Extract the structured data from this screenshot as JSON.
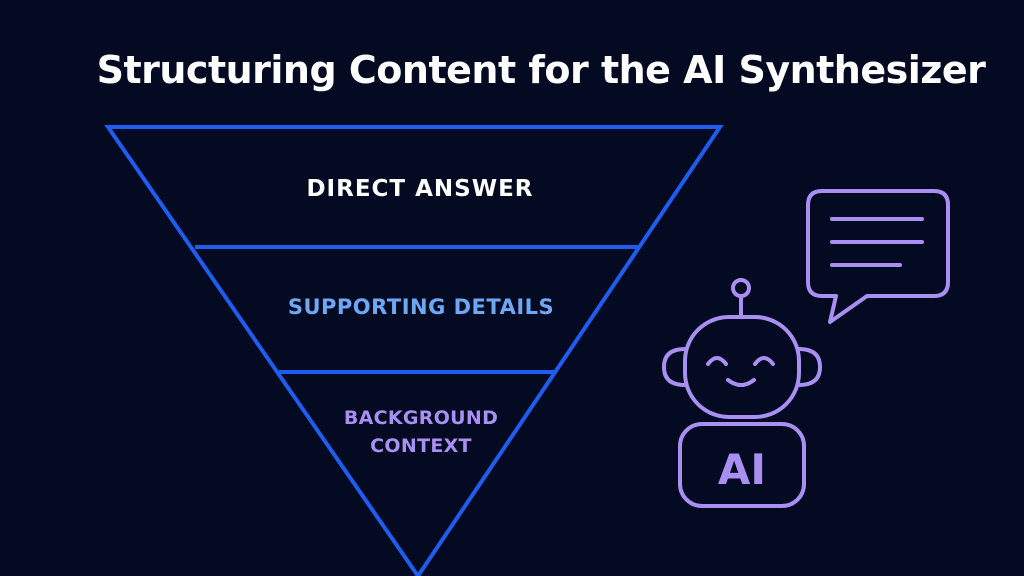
{
  "title": "Structuring Content for the AI Synthesizer",
  "funnel": {
    "tiers": [
      {
        "label_lines": [
          "DIRECT ANSWER"
        ]
      },
      {
        "label_lines": [
          "SUPPORTING DETAILS"
        ]
      },
      {
        "label_lines": [
          "BACKGROUND",
          "CONTEXT"
        ]
      }
    ]
  },
  "robot": {
    "badge": "AI"
  },
  "colors": {
    "background": "#030a22",
    "funnel_stroke": "#1f5cf0",
    "title_text": "#ffffff",
    "supporting_text": "#6ea8f5",
    "accent_purple": "#a98ff2"
  },
  "icons": [
    "robot-icon",
    "speech-bubble-icon"
  ]
}
